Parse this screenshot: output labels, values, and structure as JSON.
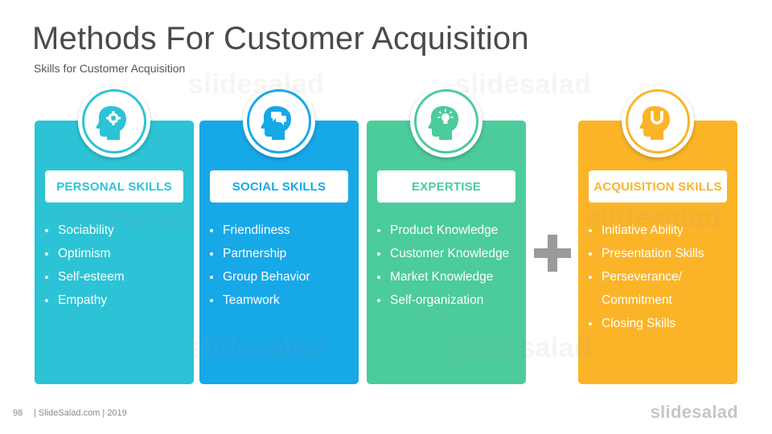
{
  "header": {
    "title": "Methods For Customer Acquisition",
    "subtitle": "Skills for Customer Acquisition"
  },
  "watermark": {
    "text": "slidesalad"
  },
  "cards": [
    {
      "heading": "PERSONAL SKILLS",
      "color": "#2bc3d5",
      "icon": "head-gear-icon",
      "items": [
        "Sociability",
        "Optimism",
        "Self-esteem",
        "Empathy"
      ]
    },
    {
      "heading": "SOCIAL SKILLS",
      "color": "#17a8e8",
      "icon": "head-chat-bubbles-icon",
      "items": [
        "Friendliness",
        "Partnership",
        "Group Behavior",
        "Teamwork"
      ]
    },
    {
      "heading": "EXPERTISE",
      "color": "#4ccb9b",
      "icon": "head-lightbulb-icon",
      "items": [
        "Product Knowledge",
        "Customer Knowledge",
        "Market Knowledge",
        "Self-organization"
      ]
    },
    {
      "heading": "ACQUISITION SKILLS",
      "color": "#fbb427",
      "icon": "head-magnet-icon",
      "items": [
        "Initiative Ability",
        "Presentation Skills",
        "Perseverance/ Commitment",
        "Closing Skills"
      ]
    }
  ],
  "plus": {
    "icon": "plus-icon",
    "color": "#9a9a9a"
  },
  "footer": {
    "page_number": "98",
    "text": "| SlideSalad.com | 2019",
    "logo": "slidesalad"
  }
}
